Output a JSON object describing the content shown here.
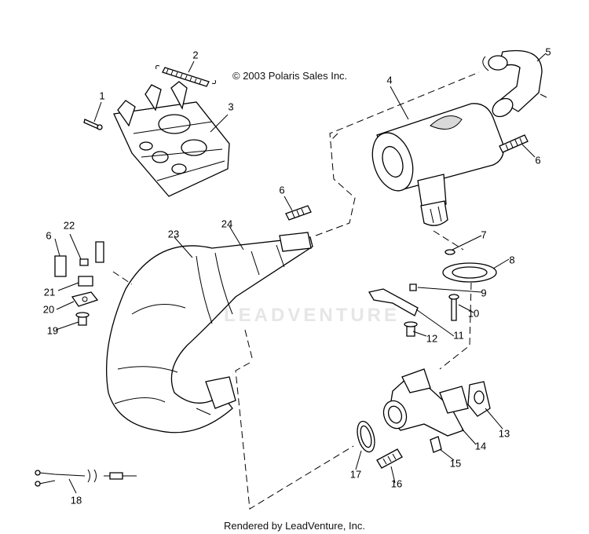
{
  "copyright": "© 2003 Polaris Sales Inc.",
  "footer": "Rendered by LeadVenture, Inc.",
  "watermark": "LEADVENTURE",
  "callouts": [
    "1",
    "2",
    "3",
    "4",
    "5",
    "6",
    "6",
    "6",
    "7",
    "8",
    "9",
    "10",
    "11",
    "12",
    "13",
    "14",
    "15",
    "16",
    "17",
    "18",
    "19",
    "20",
    "21",
    "22",
    "23",
    "24"
  ]
}
